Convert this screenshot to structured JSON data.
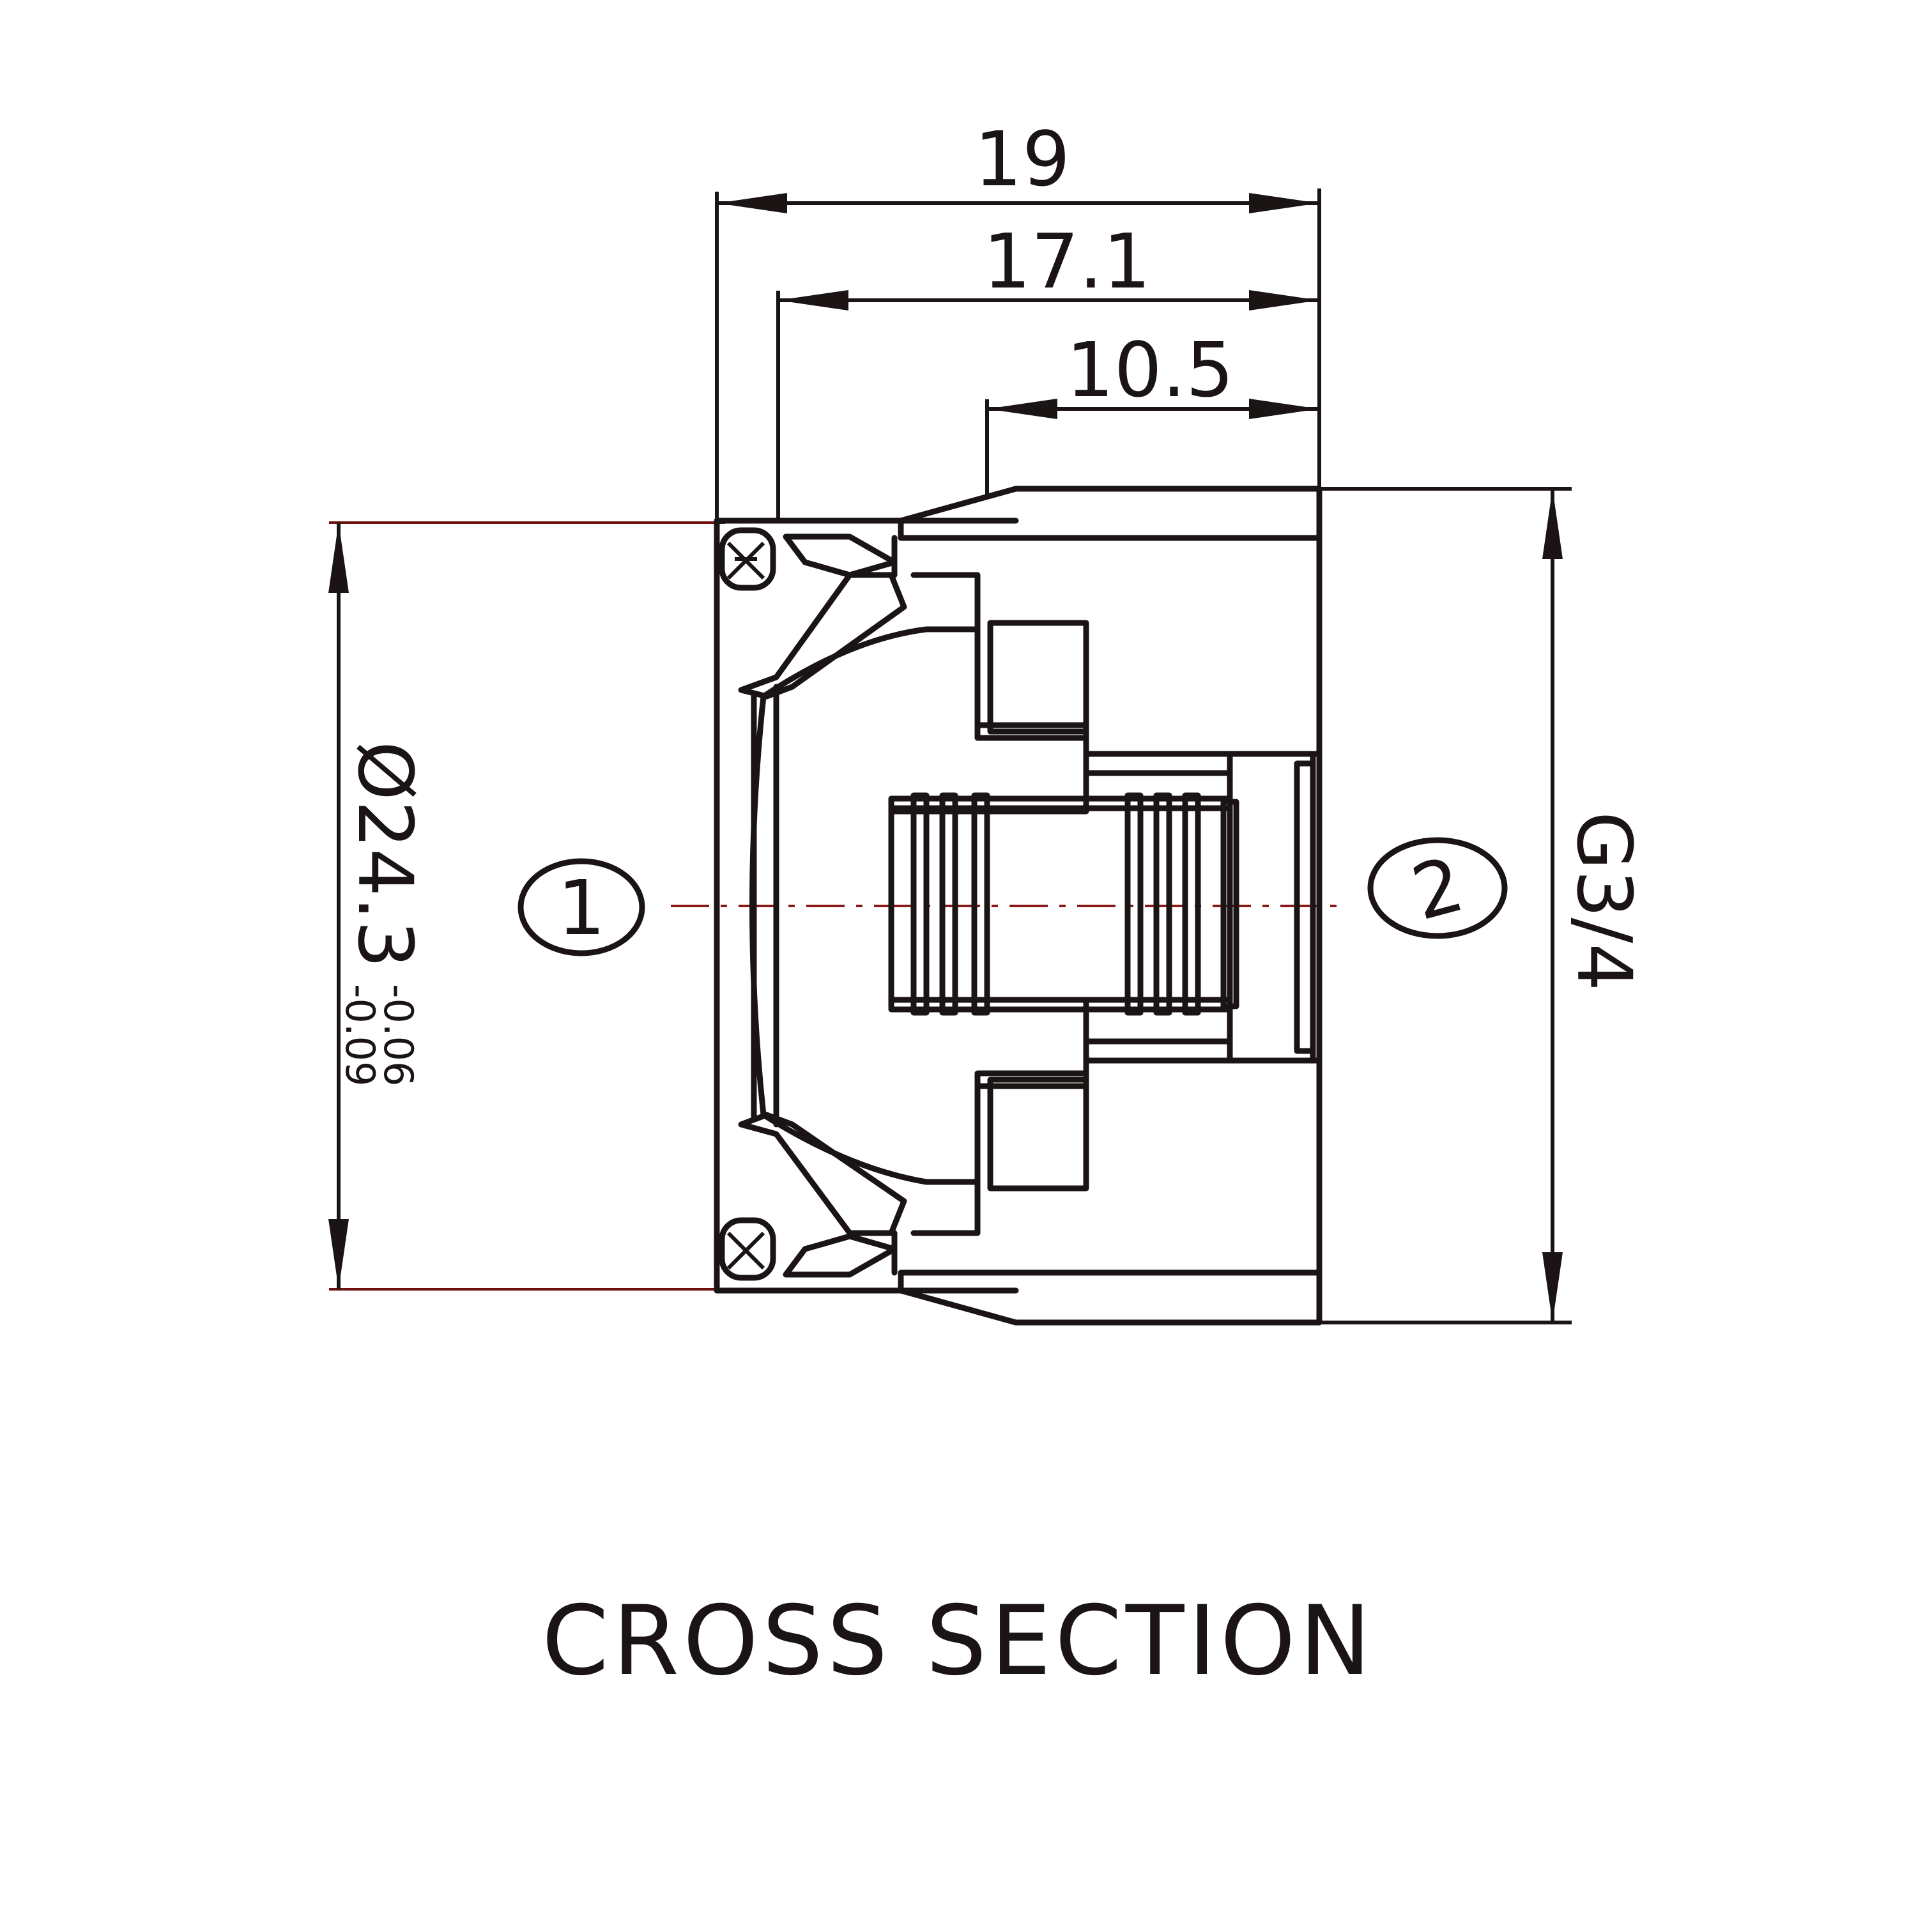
{
  "drawing": {
    "dimensions": {
      "overall_length": "19",
      "body_length": "17.1",
      "thread_length": "10.5",
      "seal_diameter": "Ø24.3",
      "seal_tolerance_upper": "-0.06",
      "seal_tolerance_lower": "-0.09",
      "thread_size": "G3/4"
    },
    "ports": {
      "inlet": "1",
      "outlet": "2"
    },
    "caption": "CROSS SECTION"
  }
}
